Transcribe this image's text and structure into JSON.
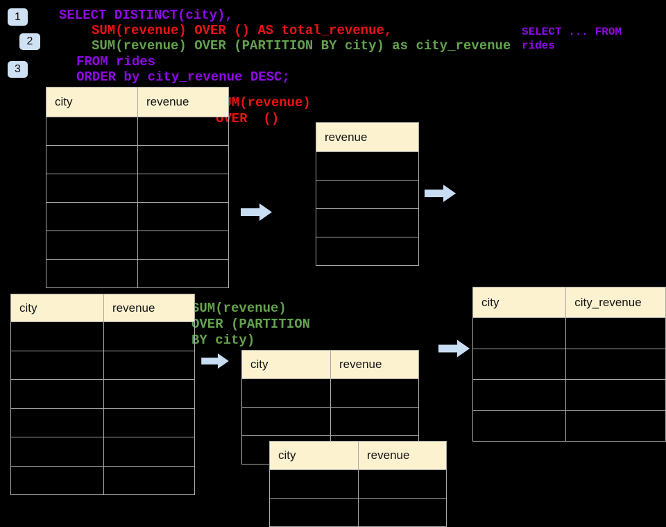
{
  "colors": {
    "background": "#000000",
    "purple": "#8e0ae6",
    "red": "#e81414",
    "green": "#64a24f",
    "arrow_fill": "#c9def2",
    "badge_bg": "#cfe2f3",
    "table_header_bg": "#fdf2d0",
    "table_border": "#a8a8a8"
  },
  "badges": [
    "1",
    "2",
    "3"
  ],
  "sql": {
    "lines": [
      {
        "text": "SELECT DISTINCT(city),",
        "color": "#8e0ae6"
      },
      {
        "text": "SUM(revenue) OVER () AS total_revenue,",
        "color": "#e81414"
      },
      {
        "text": "SUM(revenue) OVER (PARTITION BY city) as city_revenue",
        "color": "#64a24f"
      },
      {
        "text": "FROM rides",
        "color": "#8e0ae6"
      },
      {
        "text": "ORDER by city_revenue DESC;",
        "color": "#8e0ae6"
      }
    ]
  },
  "side_note": "SELECT ... FROM\nrides",
  "labels": {
    "total": "SUM(revenue)\nOVER  ()",
    "partition": "SUM(revenue)\nOVER (PARTITION\nBY city)"
  },
  "tables": {
    "source_top": {
      "headers": [
        "city",
        "revenue"
      ],
      "body_rows": 6
    },
    "revenue_only": {
      "headers": [
        "revenue"
      ],
      "body_rows": 4
    },
    "source_bottom": {
      "headers": [
        "city",
        "revenue"
      ],
      "body_rows": 6
    },
    "partition_a": {
      "headers": [
        "city",
        "revenue"
      ],
      "body_rows": 3
    },
    "partition_b": {
      "headers": [
        "city",
        "revenue"
      ],
      "body_rows": 2
    },
    "result": {
      "headers": [
        "city",
        "city_revenue"
      ],
      "body_rows": 4
    }
  }
}
